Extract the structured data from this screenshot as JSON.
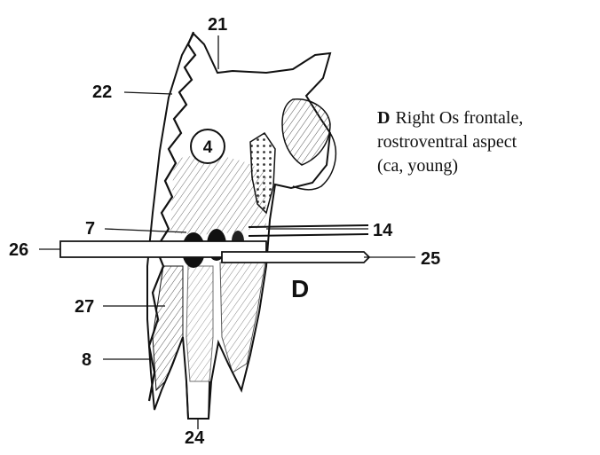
{
  "caption": {
    "letter": "D",
    "line1": "Right Os frontale,",
    "line2": "rostroventral aspect",
    "line3": "(ca, young)"
  },
  "panel_letter": "D",
  "circled_number": "4",
  "labels": {
    "l21": "21",
    "l22": "22",
    "l7": "7",
    "l14": "14",
    "l26": "26",
    "l25": "25",
    "l27": "27",
    "l8": "8",
    "l24": "24"
  }
}
